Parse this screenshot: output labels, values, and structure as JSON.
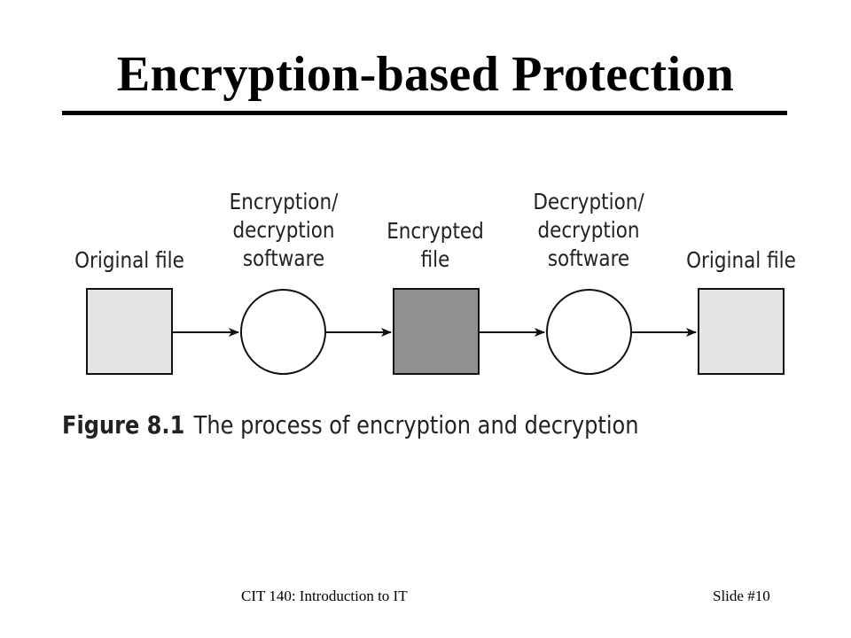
{
  "slide": {
    "title": "Encryption-based Protection"
  },
  "diagram": {
    "nodes": [
      {
        "label": "Original file",
        "shape": "square",
        "fill": "#e4e4e4"
      },
      {
        "label": "Encryption/\ndecryption\nsoftware",
        "shape": "circle",
        "fill": "#ffffff"
      },
      {
        "label": "Encrypted\nfile",
        "shape": "square",
        "fill": "#8e9092"
      },
      {
        "label": "Decryption/\ndecryption\nsoftware",
        "shape": "circle",
        "fill": "#ffffff"
      },
      {
        "label": "Original file",
        "shape": "square",
        "fill": "#e4e4e4"
      }
    ],
    "edges": [
      {
        "from": 0,
        "to": 1
      },
      {
        "from": 1,
        "to": 2
      },
      {
        "from": 2,
        "to": 3
      },
      {
        "from": 3,
        "to": 4
      }
    ]
  },
  "caption": {
    "figure_number": "Figure 8.1",
    "text": "The process of encryption and decryption"
  },
  "footer": {
    "course": "CIT 140: Introduction to IT",
    "slide_number": "Slide #10"
  }
}
